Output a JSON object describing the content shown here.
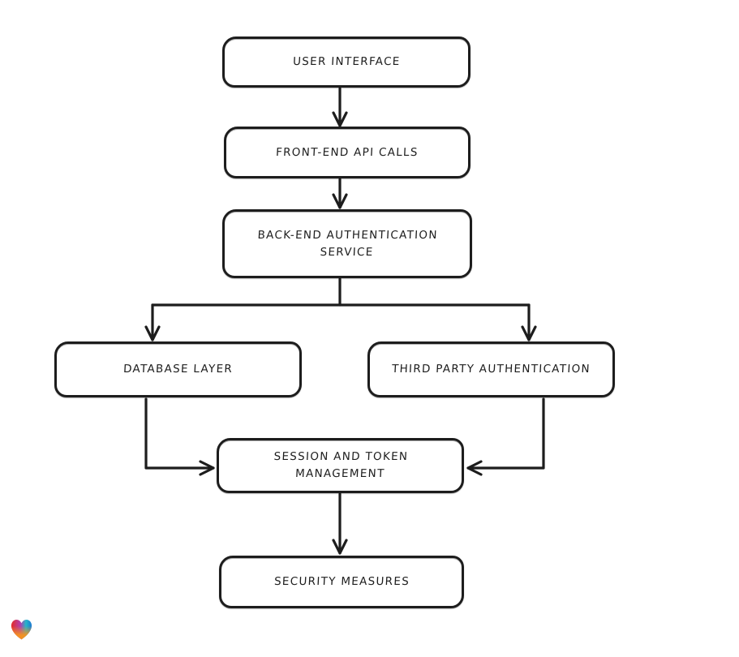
{
  "diagram": {
    "background": "#ffffff",
    "stroke_color": "#1d1d1d",
    "node_fill": "#ffffff",
    "nodes": [
      {
        "id": "user-interface",
        "label": "USER INTERFACE"
      },
      {
        "id": "front-end-api-calls",
        "label": "FRONT-END API CALLS"
      },
      {
        "id": "back-end-authentication-service",
        "label": "BACK-END AUTHENTICATION\nSERVICE"
      },
      {
        "id": "database-layer",
        "label": "DATABASE LAYER"
      },
      {
        "id": "third-party-authentication",
        "label": "THIRD PARTY AUTHENTICATION"
      },
      {
        "id": "session-and-token-management",
        "label": "SESSION AND TOKEN\nMANAGEMENT"
      },
      {
        "id": "security-measures",
        "label": "SECURITY MEASURES"
      }
    ],
    "edges": [
      {
        "from": "user-interface",
        "to": "front-end-api-calls"
      },
      {
        "from": "front-end-api-calls",
        "to": "back-end-authentication-service"
      },
      {
        "from": "back-end-authentication-service",
        "to": "database-layer"
      },
      {
        "from": "back-end-authentication-service",
        "to": "third-party-authentication"
      },
      {
        "from": "database-layer",
        "to": "session-and-token-management"
      },
      {
        "from": "third-party-authentication",
        "to": "session-and-token-management"
      },
      {
        "from": "session-and-token-management",
        "to": "security-measures"
      }
    ],
    "watermark": {
      "icon": "heart-icon",
      "gradient_colors": [
        "#e52d27",
        "#b13fae",
        "#25b6c9",
        "#1d78d2",
        "#f7941d"
      ]
    }
  }
}
